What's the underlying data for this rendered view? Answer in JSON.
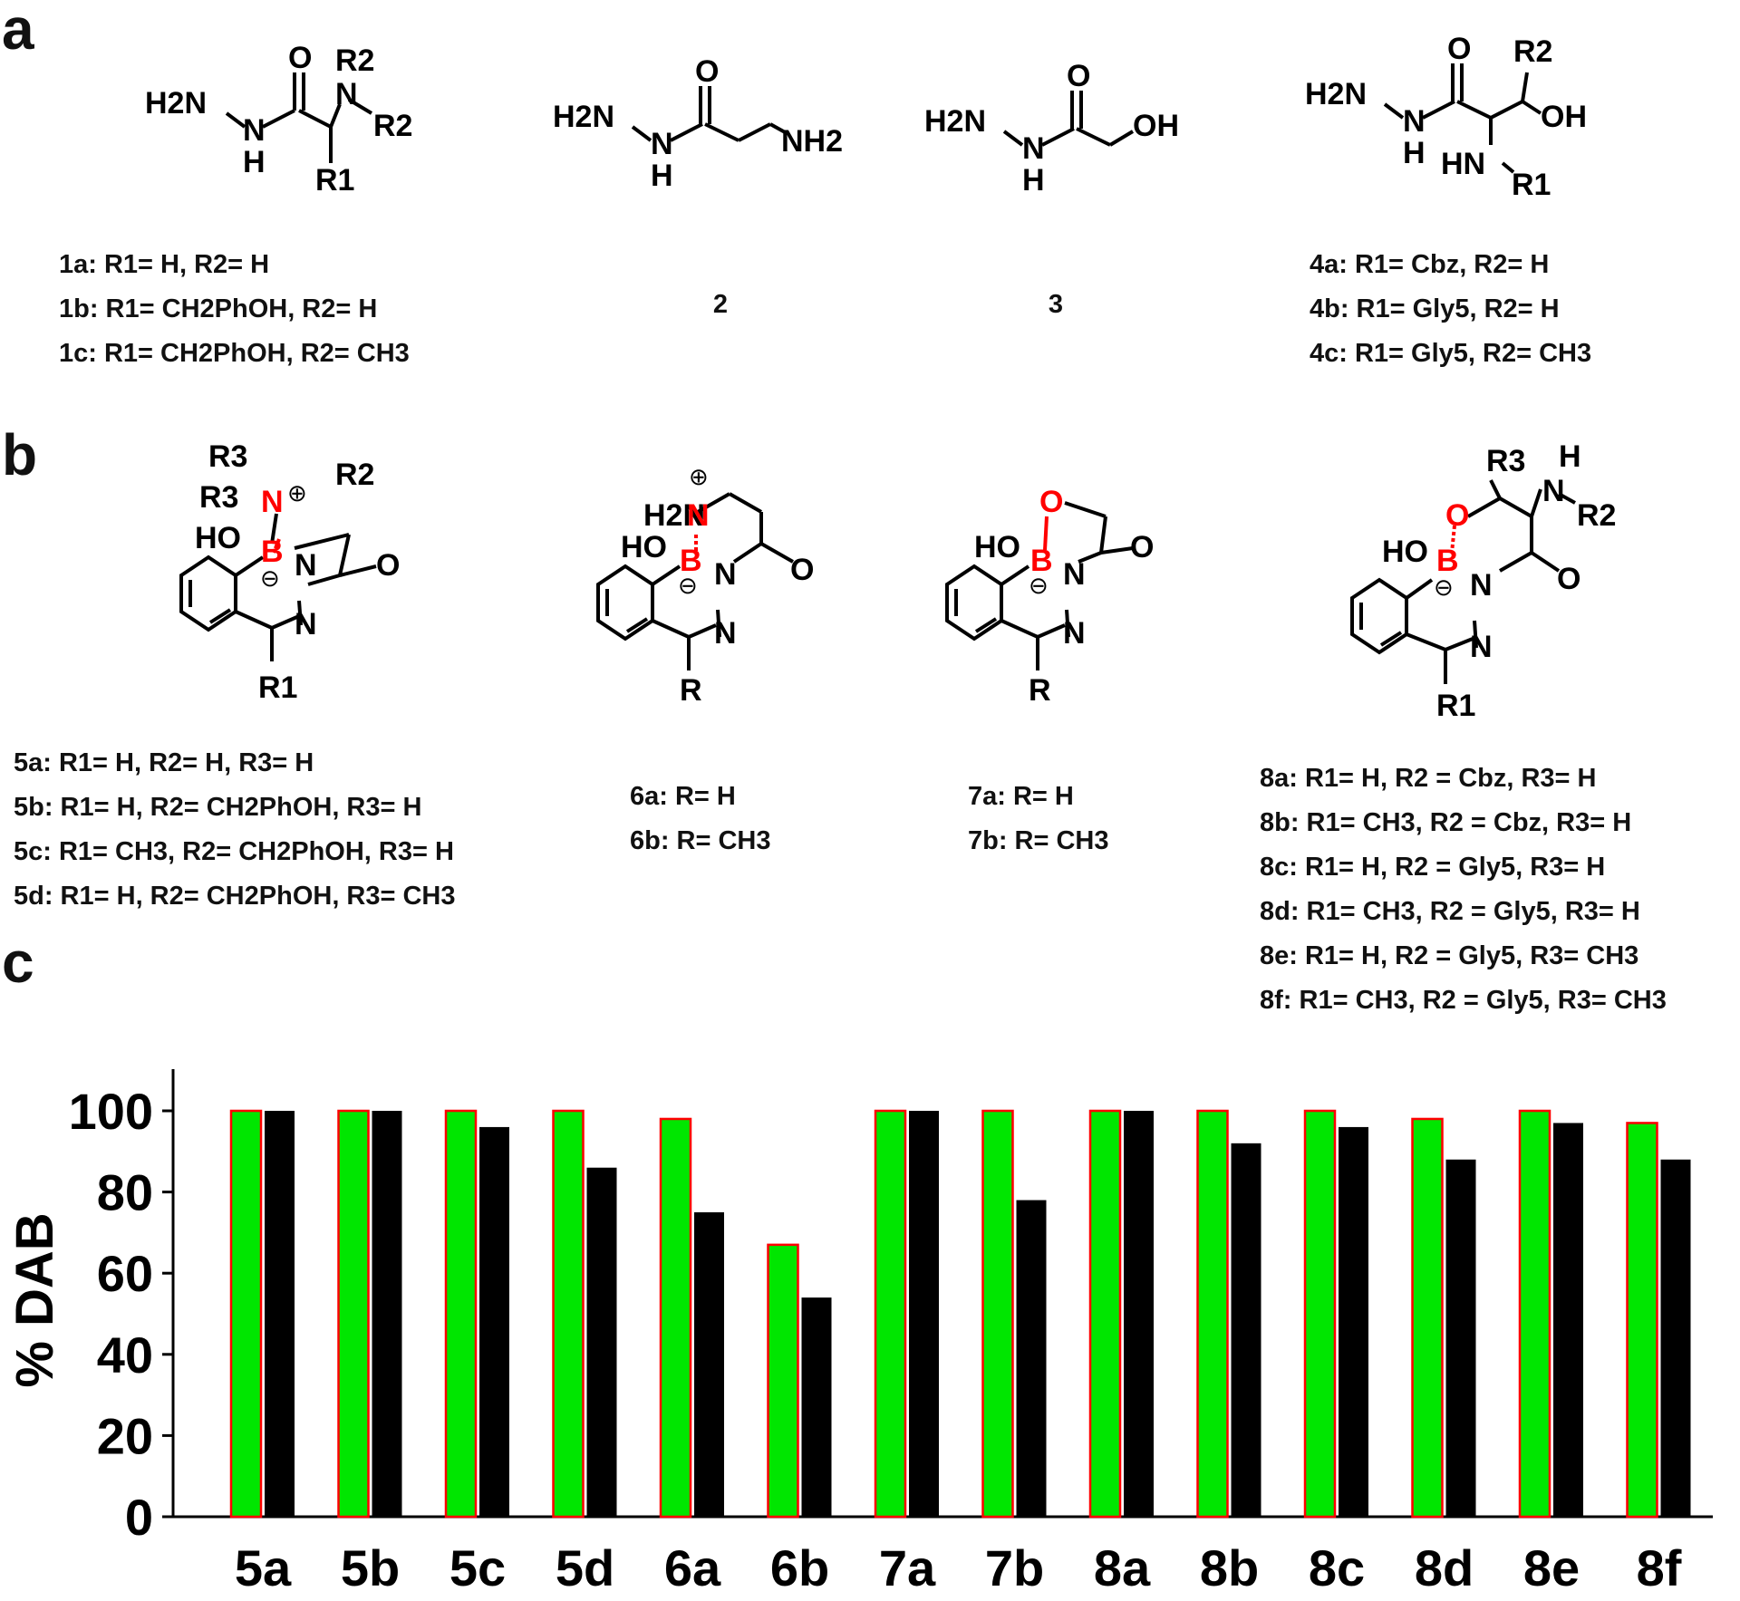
{
  "panels": {
    "a": "a",
    "b": "b",
    "c": "c"
  },
  "structures_a": [
    {
      "id": "1",
      "captions": [
        "1a: R1= H, R2= H",
        "1b: R1= CH2PhOH, R2= H",
        "1c: R1= CH2PhOH, R2= CH3"
      ]
    },
    {
      "id": "2",
      "captions": [
        "2"
      ]
    },
    {
      "id": "3",
      "captions": [
        "3"
      ]
    },
    {
      "id": "4",
      "captions": [
        "4a: R1= Cbz, R2= H",
        "4b: R1= Gly5, R2= H",
        "4c: R1= Gly5, R2= CH3"
      ]
    }
  ],
  "structures_b": [
    {
      "id": "5",
      "captions": [
        "5a: R1= H, R2= H, R3= H",
        "5b: R1= H, R2= CH2PhOH, R3= H",
        "5c: R1= CH3, R2= CH2PhOH, R3= H",
        "5d: R1= H, R2= CH2PhOH, R3= CH3"
      ]
    },
    {
      "id": "6",
      "captions": [
        "6a: R= H",
        "6b: R= CH3"
      ]
    },
    {
      "id": "7",
      "captions": [
        "7a: R= H",
        "7b: R= CH3"
      ]
    },
    {
      "id": "8",
      "captions": [
        "8a: R1= H, R2 = Cbz, R3= H",
        "8b: R1= CH3, R2 = Cbz, R3= H",
        "8c: R1= H, R2 = Gly5, R3= H",
        "8d: R1= CH3, R2 = Gly5, R3= H",
        "8e: R1= H, R2 = Gly5, R3= CH3",
        "8f: R1= CH3, R2 = Gly5, R3= CH3"
      ]
    }
  ],
  "atoms": {
    "H2N": "H2N",
    "N": "N",
    "H": "H",
    "O": "O",
    "NH2": "NH2",
    "OH": "OH",
    "HO": "HO",
    "HN": "HN",
    "B": "B",
    "R": "R",
    "R1": "R1",
    "R2": "R2",
    "R3": "R3",
    "plus": "⊕",
    "minus": "⊖"
  },
  "colors": {
    "boron_ring": "#ff0000",
    "series_green": "#00e600",
    "series_green_edge": "#ff0000",
    "series_black": "#000000"
  },
  "chart_data": {
    "type": "bar",
    "ylabel": "% DAB",
    "xlabel": "",
    "ylim": [
      0,
      100
    ],
    "yticks": [
      0,
      20,
      40,
      60,
      80,
      100
    ],
    "categories": [
      "5a",
      "5b",
      "5c",
      "5d",
      "6a",
      "6b",
      "7a",
      "7b",
      "8a",
      "8b",
      "8c",
      "8d",
      "8e",
      "8f"
    ],
    "series": [
      {
        "color": "#00e600",
        "edge": "#ff0000",
        "values": [
          100,
          100,
          100,
          100,
          98,
          67,
          100,
          100,
          100,
          100,
          100,
          98,
          100,
          97
        ]
      },
      {
        "color": "#000000",
        "values": [
          100,
          100,
          96,
          86,
          75,
          54,
          100,
          78,
          100,
          92,
          96,
          88,
          97,
          88
        ]
      }
    ],
    "grid": false,
    "legend": "none"
  }
}
